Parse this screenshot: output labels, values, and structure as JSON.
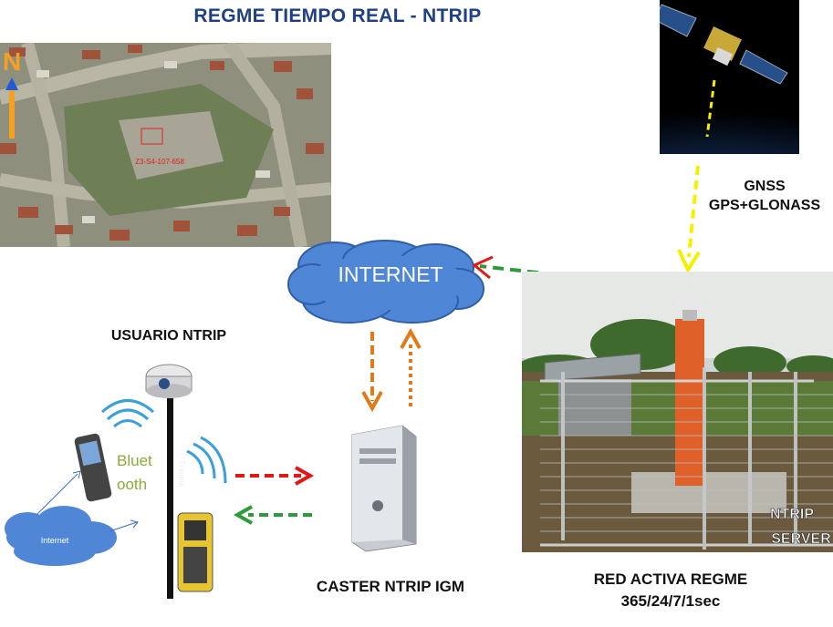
{
  "title": "REGME  TIEMPO REAL - NTRIP",
  "map": {
    "north_letter": "N",
    "marker_label": "Z3-S4-107-658"
  },
  "gnss": {
    "line1": "GNSS",
    "line2": "GPS+GLONASS"
  },
  "internet_cloud": "INTERNET",
  "user": {
    "title": "USUARIO NTRIP",
    "bluetooth_line1": "Bluet",
    "bluetooth_line2": "ooth",
    "small_cloud": "Internet",
    "brand": "Trimble"
  },
  "caster": {
    "label": "CASTER NTRIP IGM"
  },
  "station": {
    "ntrip_line1": "NTRIP",
    "ntrip_line2": "SERVER",
    "label_line1": "RED ACTIVA REGME",
    "label_line2": "365/24/7/1sec"
  },
  "colors": {
    "title": "#1f3f86",
    "cloud": "#4f86d6",
    "arrow_orange": "#e07a1a",
    "arrow_green": "#2e9a3a",
    "arrow_red": "#e01818",
    "arrow_yellow": "#f5f000"
  }
}
